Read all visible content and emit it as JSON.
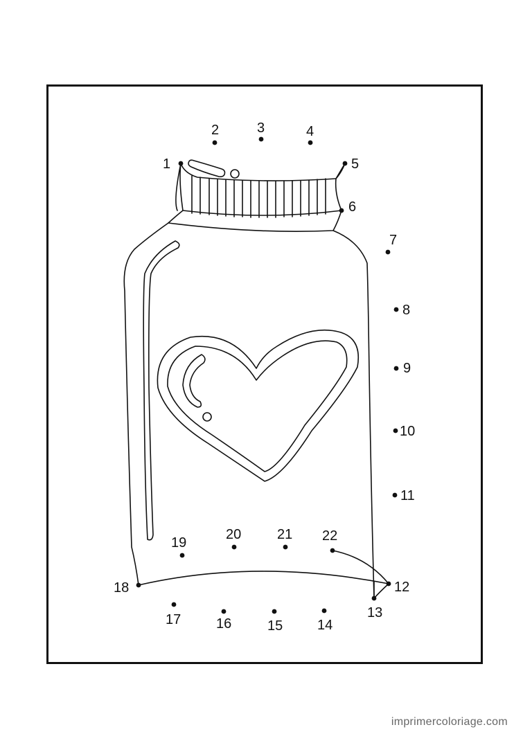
{
  "colors": {
    "ink": "#111111",
    "credit": "#666666",
    "background": "#ffffff"
  },
  "credit": "imprimercoloriage.com",
  "dots": [
    {
      "label": "1"
    },
    {
      "label": "2"
    },
    {
      "label": "3"
    },
    {
      "label": "4"
    },
    {
      "label": "5"
    },
    {
      "label": "6"
    },
    {
      "label": "7"
    },
    {
      "label": "8"
    },
    {
      "label": "9"
    },
    {
      "label": "10"
    },
    {
      "label": "11"
    },
    {
      "label": "12"
    },
    {
      "label": "13"
    },
    {
      "label": "14"
    },
    {
      "label": "15"
    },
    {
      "label": "16"
    },
    {
      "label": "17"
    },
    {
      "label": "18"
    },
    {
      "label": "19"
    },
    {
      "label": "20"
    },
    {
      "label": "21"
    },
    {
      "label": "22"
    }
  ]
}
